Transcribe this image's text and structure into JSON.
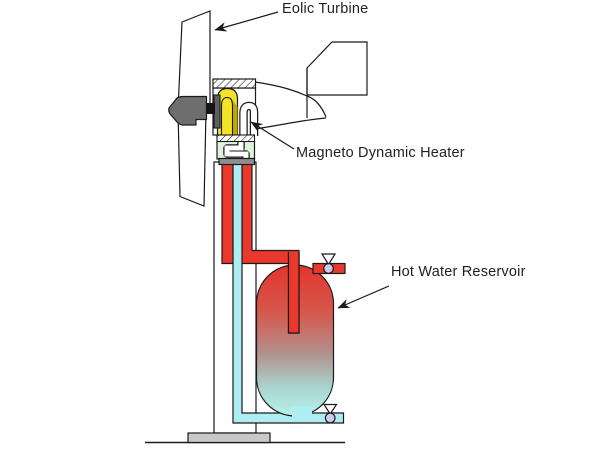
{
  "diagram": {
    "labels": {
      "turbine": "Eolic Turbine",
      "heater": "Magneto Dynamic Heater",
      "reservoir": "Hot Water Reservoir"
    }
  },
  "colors": {
    "outline": "#1a1a1a",
    "hot-red": "#ea382d",
    "cold-cyan": "#aeeef2",
    "generator-yellow": "#f4e32b",
    "generator-shadow": "#bfa800",
    "heater-green": "#def2dc",
    "hub-gray": "#6e6e6e",
    "flange-gray": "#8f8f8f",
    "valve-lavender": "#cfc9e8",
    "base-gray": "#c8c8c8",
    "tank-top": "#e5342a",
    "tank-hi": "#d45a50",
    "tank-mid": "#b2908c",
    "tank-lo": "#a9d6cf",
    "tank-bottom": "#b6f2ec",
    "label-text": "#1f1f1f"
  }
}
